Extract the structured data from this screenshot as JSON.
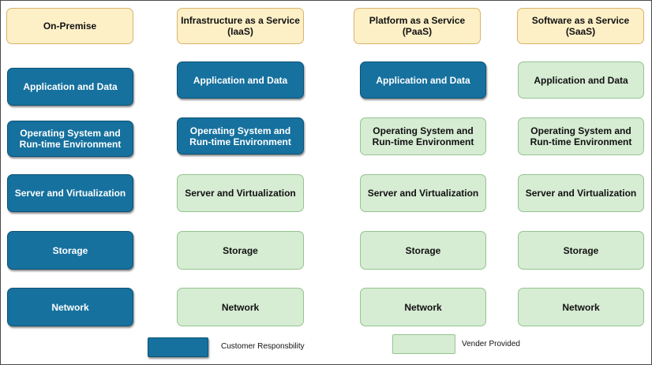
{
  "colors": {
    "customer_fill": "#16719e",
    "vendor_fill": "#d6ecd3",
    "header_fill": "#fdf0c7"
  },
  "headers": [
    "On-Premise",
    "Infrastructure as a Service\n(IaaS)",
    "Platform as a Service\n(PaaS)",
    "Software as a Service\n(SaaS)"
  ],
  "layers": [
    "Application and Data",
    "Operating System and\nRun-time Environment",
    "Server and Virtualization",
    "Storage",
    "Network"
  ],
  "models": [
    {
      "column": "On-Premise",
      "responsibility": [
        "customer",
        "customer",
        "customer",
        "customer",
        "customer"
      ]
    },
    {
      "column": "IaaS",
      "responsibility": [
        "customer",
        "customer",
        "vendor",
        "vendor",
        "vendor"
      ]
    },
    {
      "column": "PaaS",
      "responsibility": [
        "customer",
        "vendor",
        "vendor",
        "vendor",
        "vendor"
      ]
    },
    {
      "column": "SaaS",
      "responsibility": [
        "vendor",
        "vendor",
        "vendor",
        "vendor",
        "vendor"
      ]
    }
  ],
  "legend": {
    "customer_label": "Customer Responsbility",
    "vendor_label": "Vender Provided"
  }
}
